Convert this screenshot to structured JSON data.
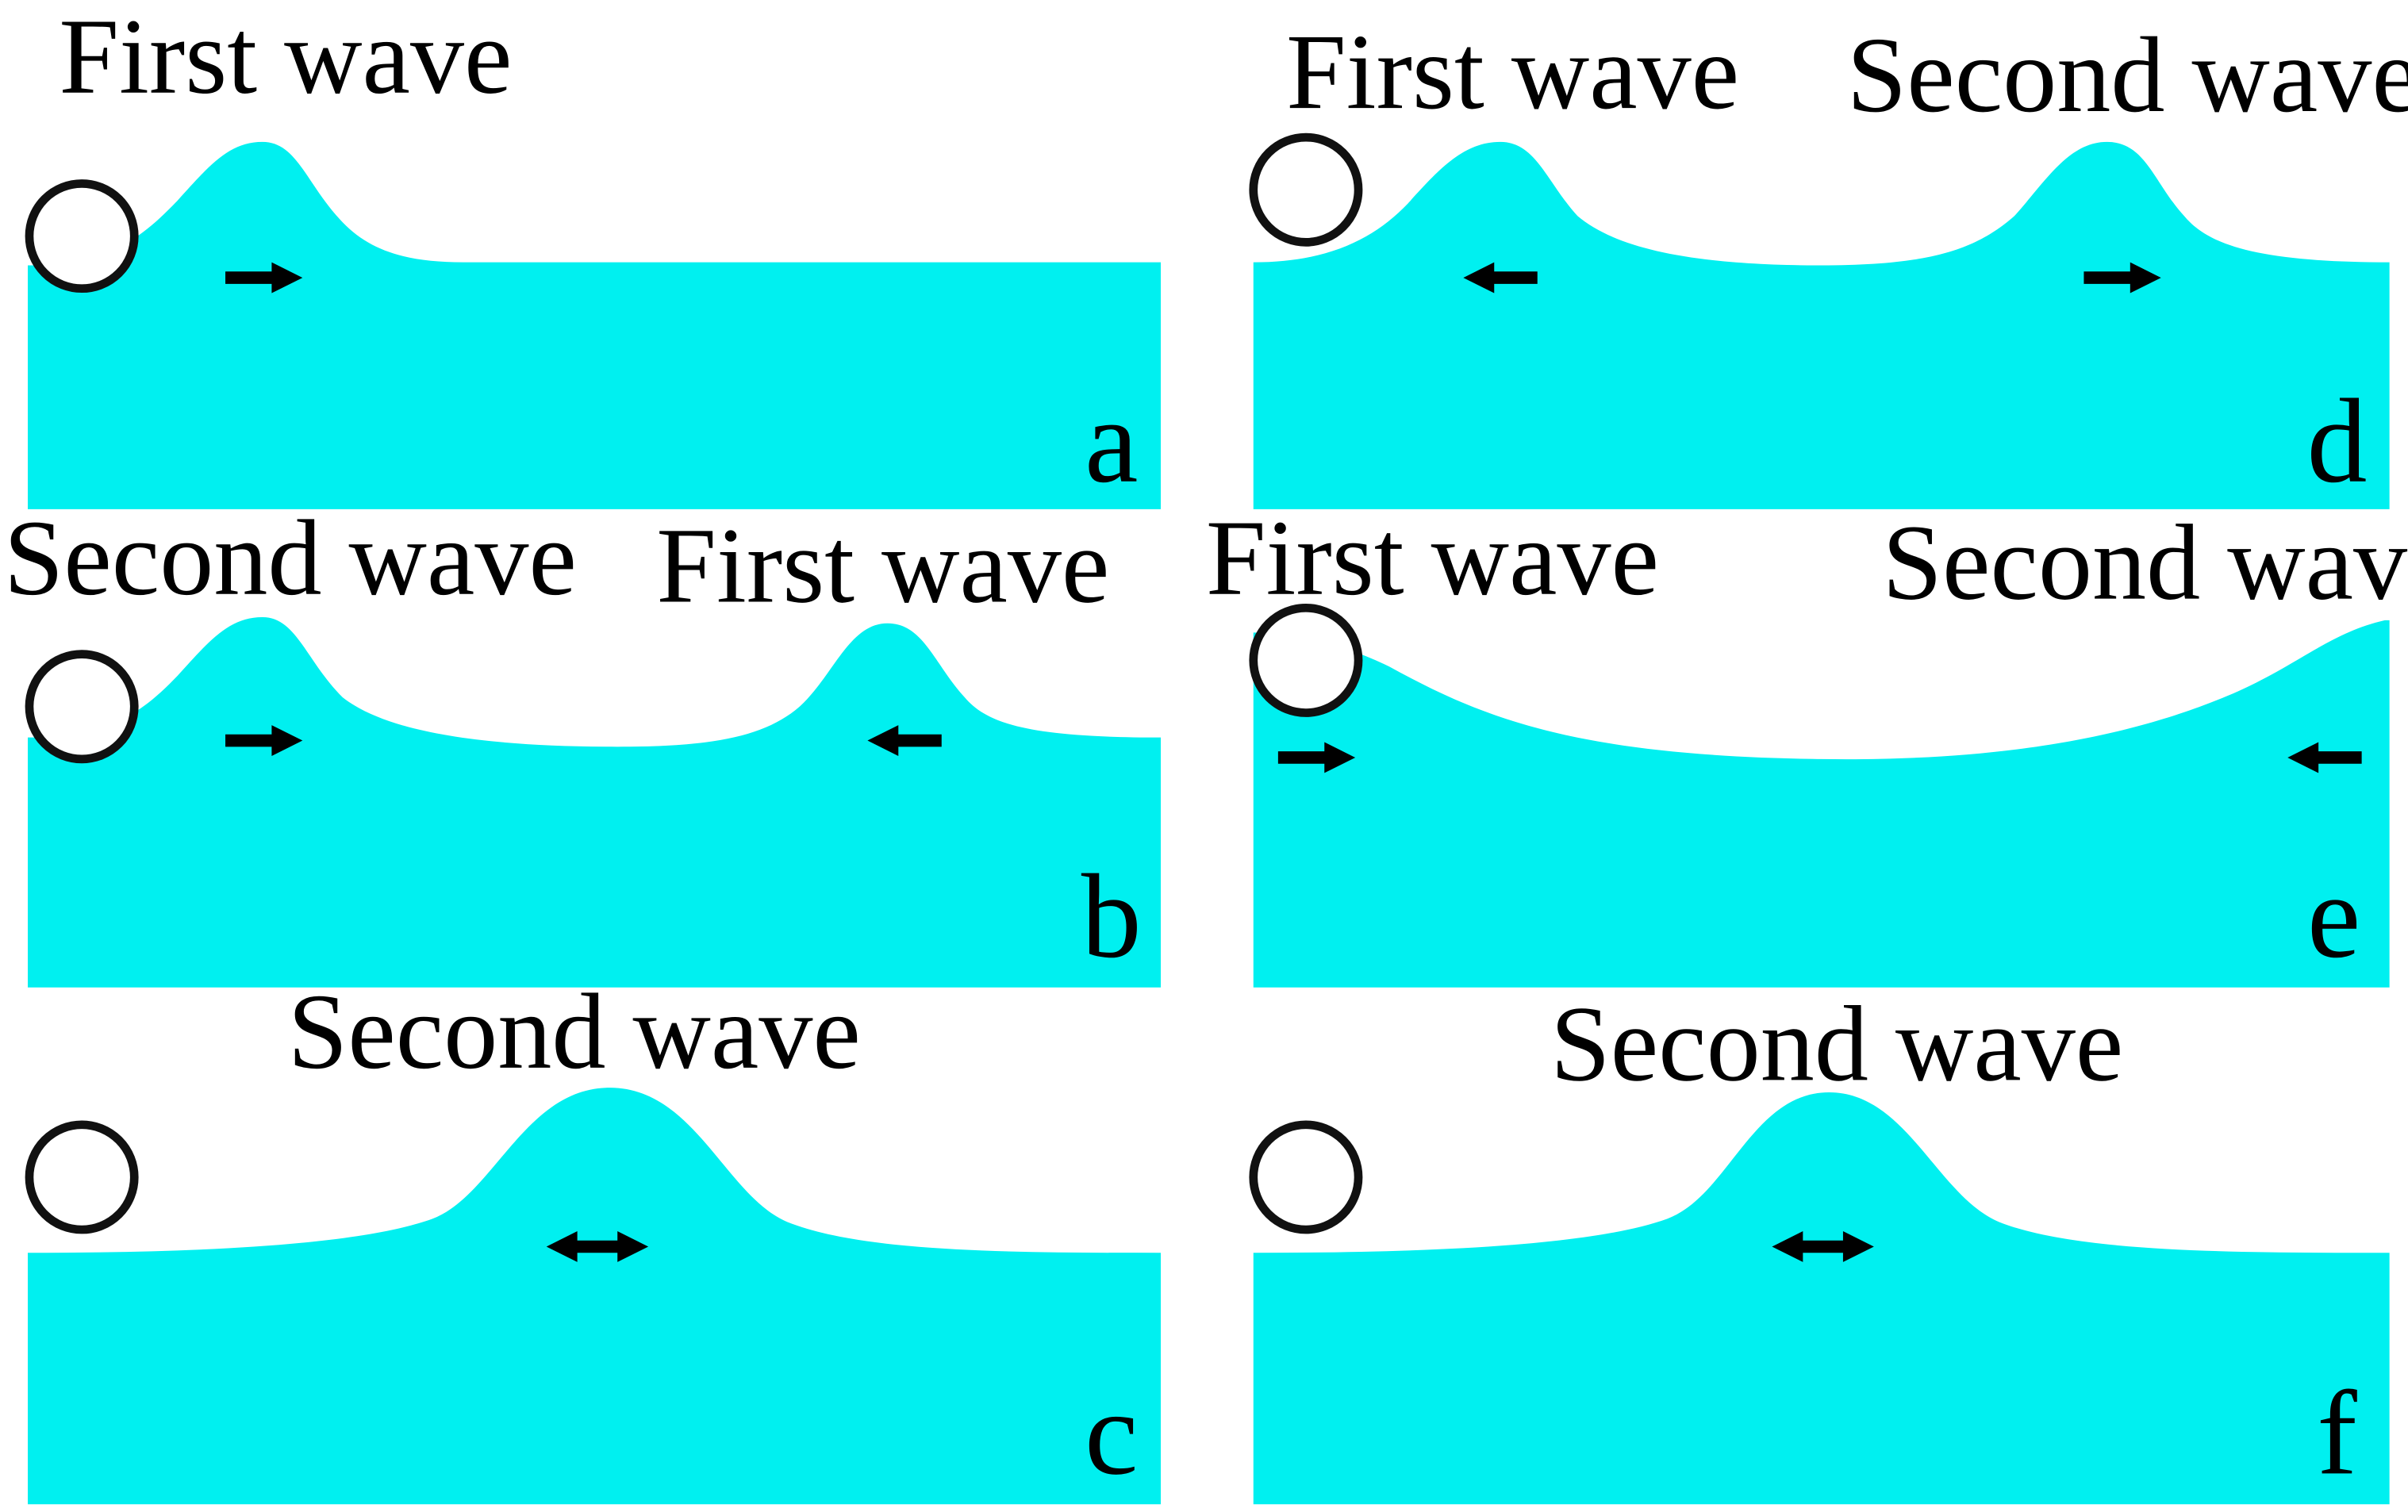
{
  "colors": {
    "water": "#00F0F0",
    "background": "#FFFFFF",
    "ink": "#000000"
  },
  "panels": [
    {
      "letter": "a",
      "labels": [
        "First wave"
      ],
      "arrows": [
        "right"
      ]
    },
    {
      "letter": "b",
      "labels": [
        "Second wave",
        "First wave"
      ],
      "arrows": [
        "right",
        "left"
      ]
    },
    {
      "letter": "c",
      "labels": [
        "Second wave"
      ],
      "arrows": [
        "both"
      ]
    },
    {
      "letter": "d",
      "labels": [
        "First wave",
        "Second wave"
      ],
      "arrows": [
        "left",
        "right"
      ]
    },
    {
      "letter": "e",
      "labels": [
        "First wave",
        "Second wave"
      ],
      "arrows": [
        "right",
        "left"
      ]
    },
    {
      "letter": "f",
      "labels": [
        "Second wave"
      ],
      "arrows": [
        "both"
      ]
    }
  ]
}
